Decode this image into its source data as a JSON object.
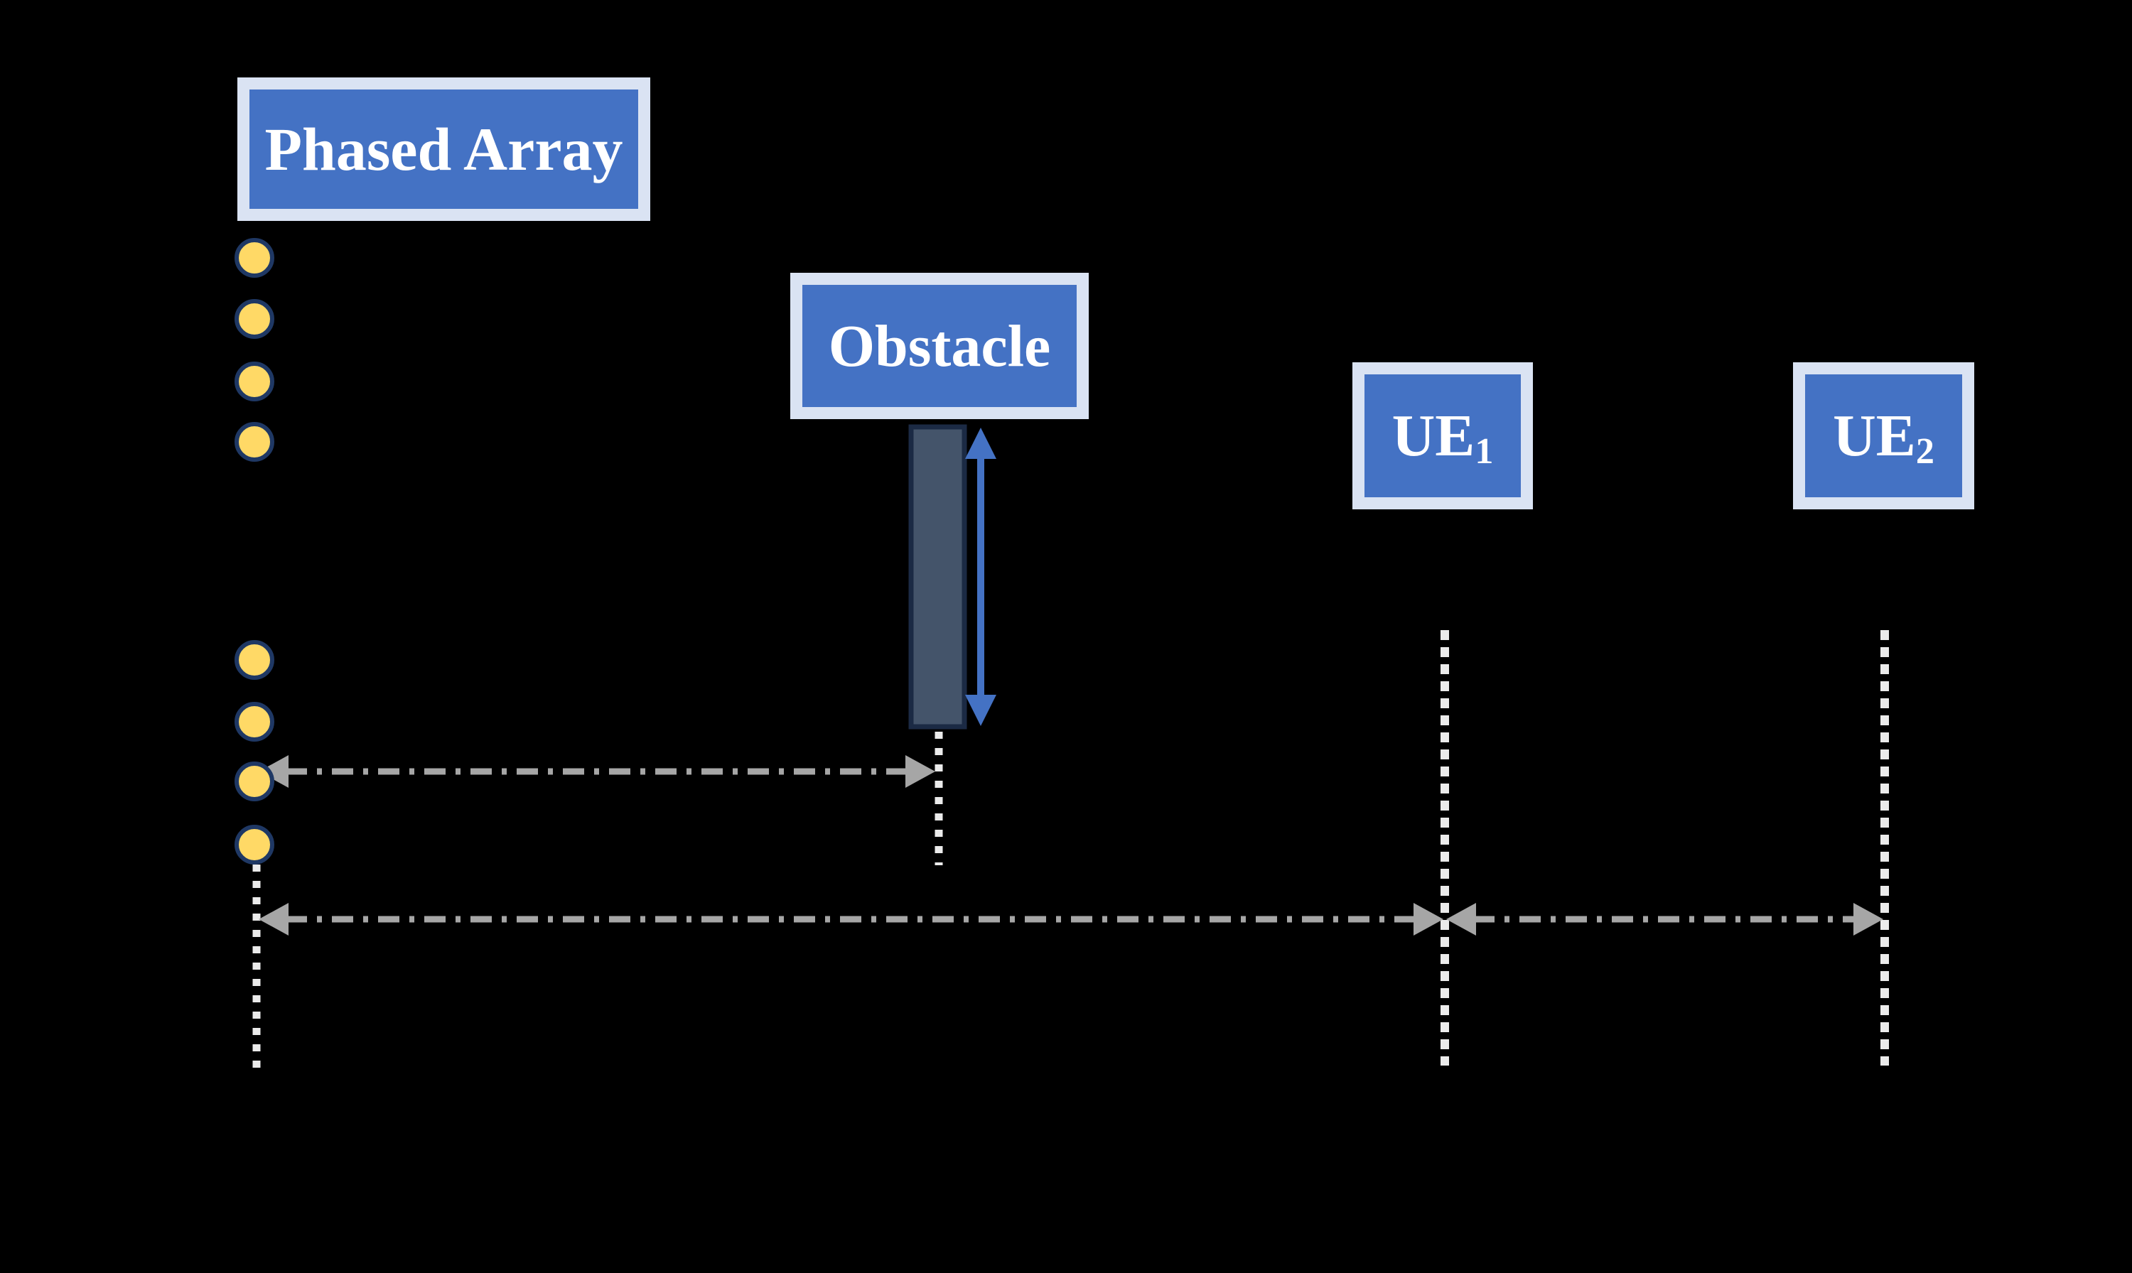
{
  "figure": {
    "type": "diagram",
    "description": "System model diagram of a phased array transmitter, a blocking obstacle, and two user equipments (UE1, UE2) with distance and height indication arrows on a black background"
  },
  "labels": {
    "phased_array": "Phased Array",
    "obstacle": "Obstacle",
    "ue1": {
      "base": "UE",
      "sub": "1"
    },
    "ue2": {
      "base": "UE",
      "sub": "2"
    }
  },
  "antenna_array": {
    "element_groups": 2,
    "elements_top_group": 4,
    "elements_bottom_group": 4,
    "total_elements": 8
  },
  "annotations": {
    "obstacle_height_arrow": "vertical double-headed arrow along obstacle",
    "array_to_obstacle_arrow": "horizontal dash-dot double-headed arrow",
    "array_to_ue1_arrow": "horizontal dash-dot double-headed arrow",
    "ue1_to_ue2_arrow": "horizontal dash-dot double-headed arrow"
  },
  "colors": {
    "background": "#000000",
    "box_fill": "#4472c4",
    "box_border": "#dae3f3",
    "box_text": "#ffffff",
    "dot_fill": "#ffd966",
    "dot_stroke": "#1f3864",
    "obstacle_fill": "#44546a",
    "obstacle_stroke": "#1b2a44",
    "arrow_blue": "#4472c4",
    "arrow_gray": "#a6a6a6",
    "guide_white": "#ebebeb"
  }
}
